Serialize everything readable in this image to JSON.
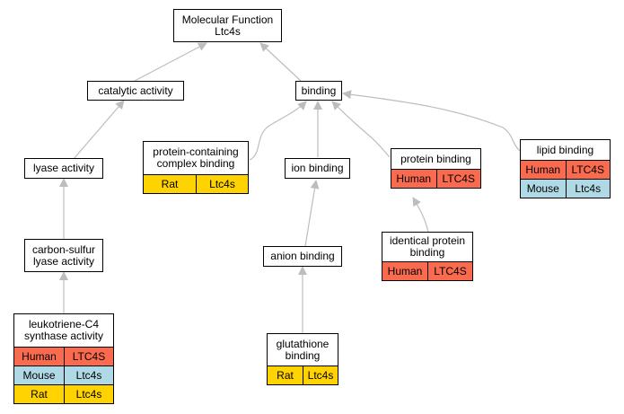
{
  "colors": {
    "Human": "#f96a4f",
    "Mouse": "#b0d9e6",
    "Rat": "#ffd300",
    "edge": "#bdbdbd"
  },
  "nodes": {
    "root": {
      "lines": [
        "Molecular Function",
        "Ltc4s"
      ],
      "annotations": []
    },
    "catalytic": {
      "lines": [
        "catalytic activity"
      ],
      "annotations": []
    },
    "binding": {
      "lines": [
        "binding"
      ],
      "annotations": []
    },
    "lyase": {
      "lines": [
        "lyase activity"
      ],
      "annotations": []
    },
    "carbon_sulfur": {
      "lines": [
        "carbon-sulfur",
        "lyase activity"
      ],
      "annotations": []
    },
    "leukotriene": {
      "lines": [
        "leukotriene-C4",
        "synthase activity"
      ],
      "annotations": [
        {
          "species": "Human",
          "gene": "LTC4S"
        },
        {
          "species": "Mouse",
          "gene": "Ltc4s"
        },
        {
          "species": "Rat",
          "gene": "Ltc4s"
        }
      ]
    },
    "protein_complex": {
      "lines": [
        "protein-containing",
        "complex binding"
      ],
      "annotations": [
        {
          "species": "Rat",
          "gene": "Ltc4s"
        }
      ]
    },
    "ion_binding": {
      "lines": [
        "ion binding"
      ],
      "annotations": []
    },
    "anion_binding": {
      "lines": [
        "anion binding"
      ],
      "annotations": []
    },
    "glutathione": {
      "lines": [
        "glutathione",
        "binding"
      ],
      "annotations": [
        {
          "species": "Rat",
          "gene": "Ltc4s"
        }
      ]
    },
    "protein_binding": {
      "lines": [
        "protein binding"
      ],
      "annotations": [
        {
          "species": "Human",
          "gene": "LTC4S"
        }
      ]
    },
    "identical_protein": {
      "lines": [
        "identical protein",
        "binding"
      ],
      "annotations": [
        {
          "species": "Human",
          "gene": "LTC4S"
        }
      ]
    },
    "lipid_binding": {
      "lines": [
        "lipid binding"
      ],
      "annotations": [
        {
          "species": "Human",
          "gene": "LTC4S"
        },
        {
          "species": "Mouse",
          "gene": "Ltc4s"
        }
      ]
    }
  },
  "edges": [
    {
      "from": "catalytic",
      "to": "root"
    },
    {
      "from": "binding",
      "to": "root"
    },
    {
      "from": "lyase",
      "to": "catalytic"
    },
    {
      "from": "carbon_sulfur",
      "to": "lyase"
    },
    {
      "from": "leukotriene",
      "to": "carbon_sulfur"
    },
    {
      "from": "protein_complex",
      "to": "binding"
    },
    {
      "from": "ion_binding",
      "to": "binding"
    },
    {
      "from": "protein_binding",
      "to": "binding"
    },
    {
      "from": "lipid_binding",
      "to": "binding"
    },
    {
      "from": "anion_binding",
      "to": "ion_binding"
    },
    {
      "from": "glutathione",
      "to": "anion_binding"
    },
    {
      "from": "identical_protein",
      "to": "protein_binding"
    }
  ]
}
